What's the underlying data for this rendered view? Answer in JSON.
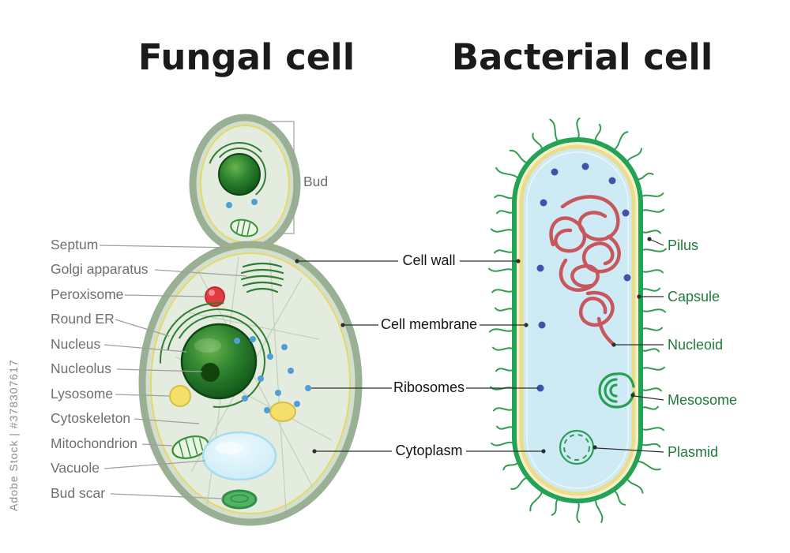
{
  "titles": {
    "fungal": "Fungal cell",
    "bacterial": "Bacterial cell"
  },
  "watermark": "Adobe Stock | #378307617",
  "fungal": {
    "bud_label": "Bud",
    "labels": [
      "Septum",
      "Golgi apparatus",
      "Peroxisome",
      "Round ER",
      "Nucleus",
      "Nucleolus",
      "Lysosome",
      "Cytoskeleton",
      "Mitochondrion",
      "Vacuole",
      "Bud scar"
    ]
  },
  "shared": {
    "labels": [
      "Cell wall",
      "Cell membrane",
      "Ribosomes",
      "Cytoplasm"
    ]
  },
  "bacterial": {
    "labels": [
      "Pilus",
      "Capsule",
      "Nucleoid",
      "Mesosome",
      "Plasmid"
    ]
  },
  "colors": {
    "fungal_wall": "#99b094",
    "fungal_cytoplasm": "#e3ebde",
    "membrane_yellow": "#e3da67",
    "nucleus_green": "#1d6b22",
    "bacteria_green": "#23a356",
    "bacteria_cytoplasm": "#cdeaf5",
    "bacteria_wall_yellow": "#ecdd8a",
    "nucleoid_red": "#c7575c",
    "ribosome_blue": "#4f9fd4",
    "label_gray": "#6f6f6f",
    "label_green": "#1d7a3b"
  }
}
